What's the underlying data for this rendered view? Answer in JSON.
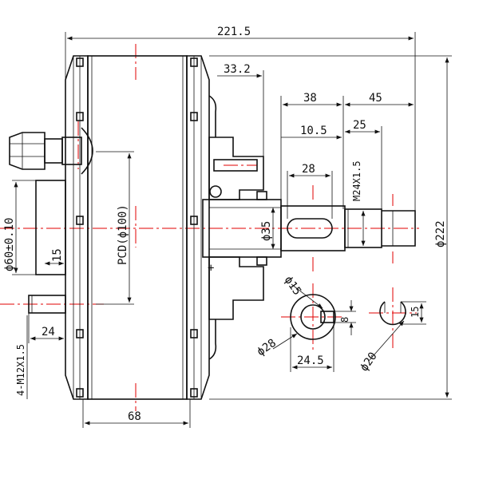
{
  "dimensions": {
    "overall_length": "221.5",
    "flange_offset": "33.2",
    "shaft_38": "38",
    "shaft_45": "45",
    "shaft_10_5": "10.5",
    "shaft_25": "25",
    "keyway_28": "28",
    "thread_m24": "M24X1.5",
    "shaft_dia_35": "ϕ35",
    "overall_dia": "ϕ222",
    "pcd": "PCD(ϕ100)",
    "hub_dia_60": "ϕ60±0.10",
    "dim_15_left": "15",
    "dim_24": "24",
    "bolt_thread": "4-M12X1.5",
    "width_68": "68",
    "dia_15": "ϕ15",
    "dia_28": "ϕ28",
    "dim_24_5": "24.5",
    "dim_8": "8",
    "dia_20": "ϕ20",
    "dim_15_right": "15"
  },
  "symbols": {
    "plus_mark": "+"
  },
  "icons": {
    "cable_gland": "cable-gland-icon"
  },
  "colors": {
    "line": "#111111",
    "centerline": "#e00000",
    "background": "#ffffff"
  }
}
